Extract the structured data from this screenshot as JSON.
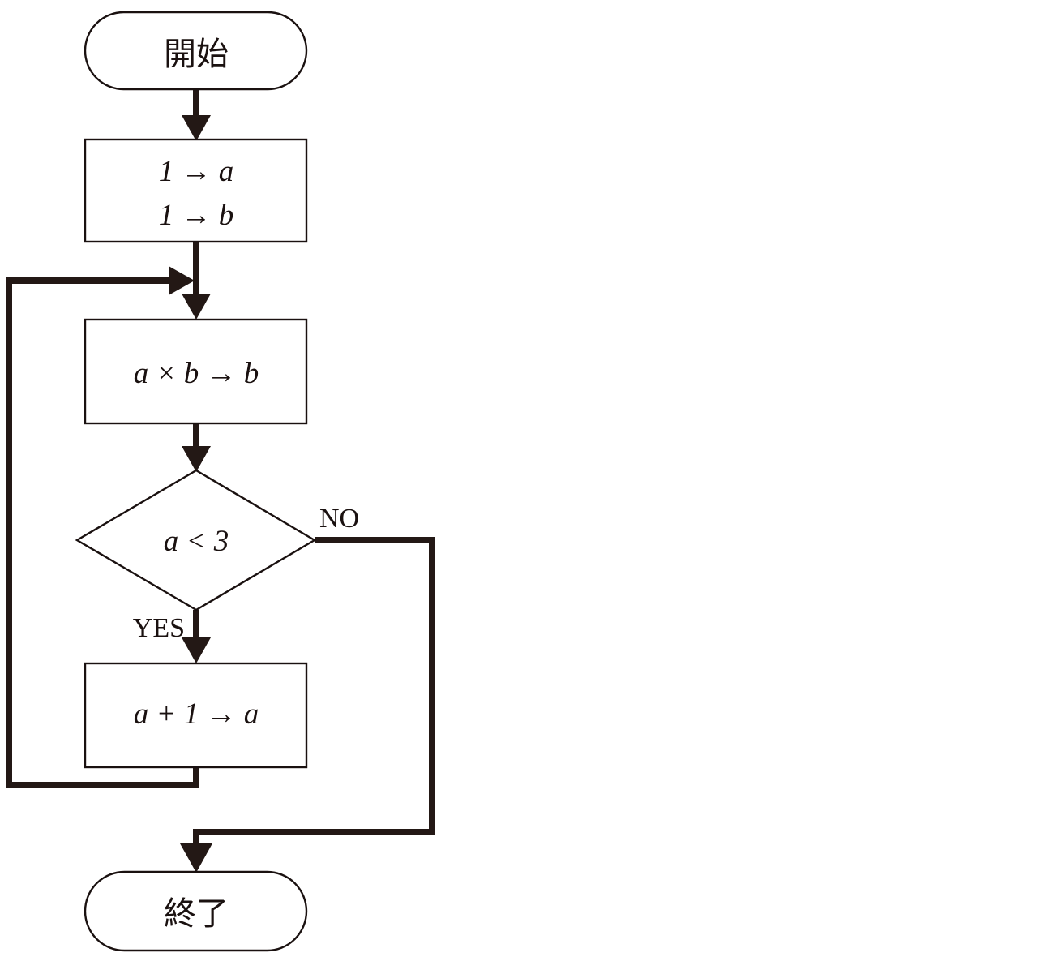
{
  "diagram": {
    "title_text": "",
    "colors": {
      "stroke": "#1a1110",
      "connector": "#231815",
      "background": "#ffffff"
    },
    "nodes": {
      "start": {
        "label": "開始",
        "shape": "stadium"
      },
      "init": {
        "line1": "1 → a",
        "line2": "1 → b",
        "shape": "process"
      },
      "multiply": {
        "label": "a × b → b",
        "shape": "process"
      },
      "decision": {
        "label": "a < 3",
        "shape": "diamond"
      },
      "increment": {
        "label": "a + 1 → a",
        "shape": "process"
      },
      "end": {
        "label": "終了",
        "shape": "stadium"
      }
    },
    "branch_labels": {
      "no": "NO",
      "yes": "YES"
    }
  }
}
